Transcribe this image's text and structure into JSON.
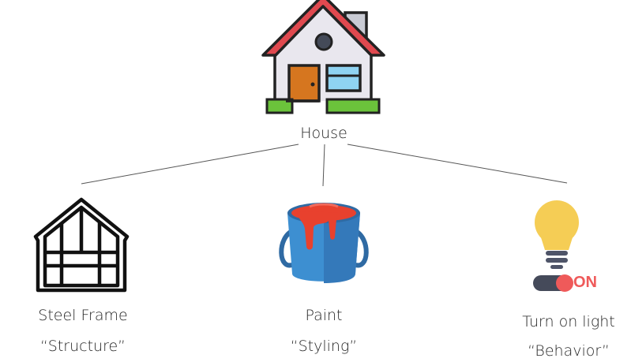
{
  "root": {
    "label": "House",
    "icon": "house-icon"
  },
  "children": [
    {
      "title": "Steel Frame",
      "caption": "“Structure”",
      "icon": "steel-frame-icon"
    },
    {
      "title": "Paint",
      "caption": "“Styling”",
      "icon": "paint-bucket-icon"
    },
    {
      "title": "Turn on light",
      "caption": "“Behavior”",
      "icon": "light-bulb-icon"
    }
  ],
  "toggle": {
    "state_text": "ON",
    "icon": "toggle-switch-icon"
  },
  "colors": {
    "roof": "#e0494f",
    "wall": "#e9e7ee",
    "door": "#d6761f",
    "window": "#8fd3f2",
    "grass": "#6bc33b",
    "bucket": "#3d8fd1",
    "paint": "#e8412e",
    "bulb": "#f5cd55",
    "bulb_base": "#4e5468",
    "toggle_on": "#ef5a5a",
    "connector": "#555555"
  }
}
